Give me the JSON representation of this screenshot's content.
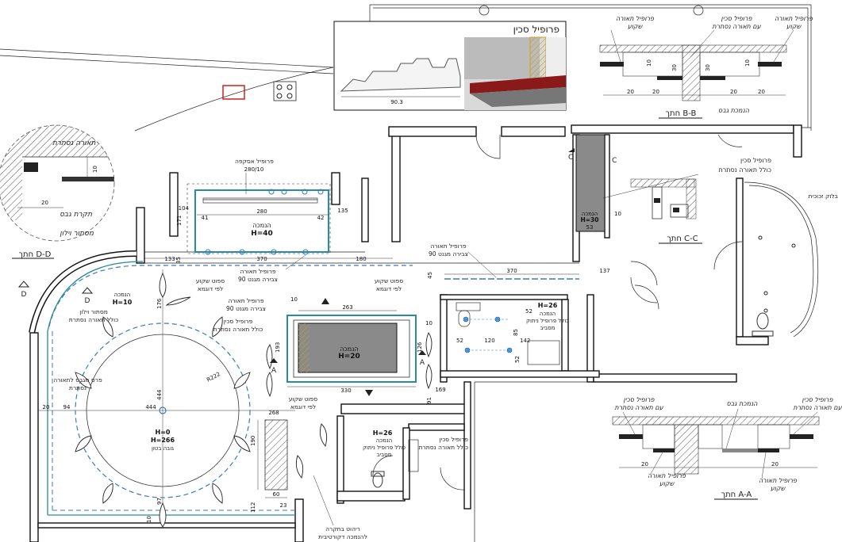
{
  "profile_title": "פרופיל סכין",
  "profile_dim": "90.3",
  "section_bb": {
    "title": "חתך B-B",
    "left_label_1": "פרופיל תאורה",
    "left_label_2": "שקוע",
    "mid_label_1": "פרופיל סכין",
    "mid_label_2": "עם תאורה נסתרת",
    "right_label_1": "פרופיל תאורה",
    "right_label_2": "שקוע",
    "bottom_label": "הנמכת גבס"
  },
  "section_dd": {
    "title": "חתך D-D",
    "label_hidden_light": "תאורה נסתרת",
    "label_ceiling": "תקרת גבס",
    "label_curtain": "מסתור וילון",
    "dim_10": "10",
    "dim_20": "20"
  },
  "section_cc": {
    "title": "חתך C-C",
    "label_1": "פרופיל סכין",
    "label_2": "כולל תאורה נסתרת",
    "marker": "C",
    "dim_10": "10",
    "dim_53": "53"
  },
  "section_aa": {
    "title": "חתך A-A",
    "label_tl_1": "פרופיל סכין",
    "label_tl_2": "עם תאורה נסתרת",
    "label_tm": "הנמכת גבס",
    "label_tr_1": "פרופיל סכין",
    "label_tr_2": "עם תאורה נסתרת",
    "label_bl_1": "פרופיל תאורה",
    "label_bl_2": "שקוע",
    "label_br_1": "פרופיל תאורה",
    "label_br_2": "שקוע"
  },
  "kitchen": {
    "label_profile": "פרופיל אסקפה",
    "dim_280_10": "280/10",
    "label_niche": "הנמכה",
    "label_niche_h": "H=40",
    "dims": [
      "104",
      "280",
      "41",
      "42",
      "135",
      "171",
      "133",
      "35",
      "370",
      "180"
    ],
    "label_light_1": "פרופיל תאורה",
    "label_light_2": "90 צבירה מגנט"
  },
  "corridor": {
    "label_light_1": "פרופיל תאורה",
    "label_light_2": "90 צבירה מגנט",
    "dim_370": "370",
    "dim_137": "137",
    "dim_45": "45"
  },
  "living": {
    "label_niche": "הנמכה",
    "label_niche_h": "H=10",
    "label_curtain_1": "מסתור וילון",
    "label_curtain_2": "כולל תאורה נסתרת",
    "label_spots_1": "ספוט שקוע",
    "label_spots_2": "לפי דוגמא",
    "label_light_1": "פרופיל תאורה",
    "label_light_2": "90 צבירה מגנט",
    "label_knife_1": "פרופיל סכין",
    "label_knife_2": "כולל תאורה נסתרת",
    "label_spots_b_1": "ספוט שקוע",
    "label_spots_b_2": "לפי דוגמא",
    "label_circle_1": "פרס מגבס לתאורה",
    "label_circle_2": "נסתרת",
    "radius": "R222",
    "dims": [
      "176",
      "444",
      "444",
      "94",
      "20",
      "268",
      "190",
      "97",
      "112",
      "60",
      "23",
      "10",
      "169",
      "91"
    ],
    "center_h1": "H=0",
    "center_h2": "H=266",
    "center_h3": "גובה בטון",
    "marker_d": "D",
    "marker_a": "A",
    "label_bottom_1": "ריהוט בתקרה",
    "label_bottom_2": "להנמכה דקורטיבית"
  },
  "center_ceiling": {
    "label": "הנמכה",
    "h": "H=20",
    "dims": [
      "263",
      "10",
      "10",
      "193",
      "126",
      "330"
    ]
  },
  "bathroom": {
    "h": "H=26",
    "label_1": "הנמכה",
    "label_2": "כולל פרופיל ניתוק",
    "label_3": "מסביב",
    "dims": [
      "52",
      "52",
      "120",
      "142",
      "85",
      "52"
    ]
  },
  "wc": {
    "h": "H=26",
    "label_1": "הנמכה",
    "label_2": "כולל פרופיל ניתוק",
    "label_3": "מסביב",
    "label_knife_1": "פרופיל סכין",
    "label_knife_2": "כולל תאורה נסתרת"
  },
  "bedroom": {
    "label_wardrobe": "בלוק זכוכית",
    "niche": "הנמכה",
    "niche_h": "H=30"
  }
}
